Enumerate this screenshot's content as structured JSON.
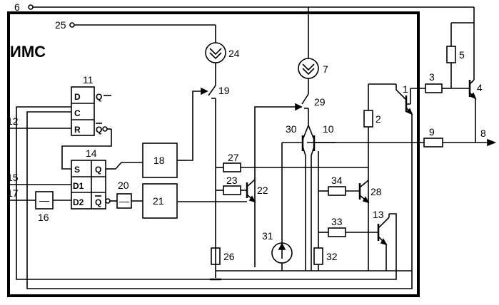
{
  "title": "ИМС",
  "labels": {
    "n1": "1",
    "n2": "2",
    "n3": "3",
    "n4": "4",
    "n5": "5",
    "n6": "6",
    "n7": "7",
    "n8": "8",
    "n9": "9",
    "n10": "10",
    "n11": "11",
    "n12": "12",
    "n13": "13",
    "n14": "14",
    "n15": "15",
    "n16": "16",
    "n17": "17",
    "n18": "18",
    "n19": "19",
    "n20": "20",
    "n21": "21",
    "n22": "22",
    "n23": "23",
    "n24": "24",
    "n25": "25",
    "n26": "26",
    "n27": "27",
    "n28": "28",
    "n29": "29",
    "n30": "30",
    "n31": "31",
    "n32": "32",
    "n33": "33",
    "n34": "34"
  },
  "pins": {
    "d": "D",
    "c": "C",
    "r": "R",
    "q11": "Q",
    "qbar11": "Q",
    "s": "S",
    "d1": "D1",
    "d2": "D2",
    "q14": "Q",
    "qbar14": "Q"
  },
  "inverter_symbol": "—"
}
